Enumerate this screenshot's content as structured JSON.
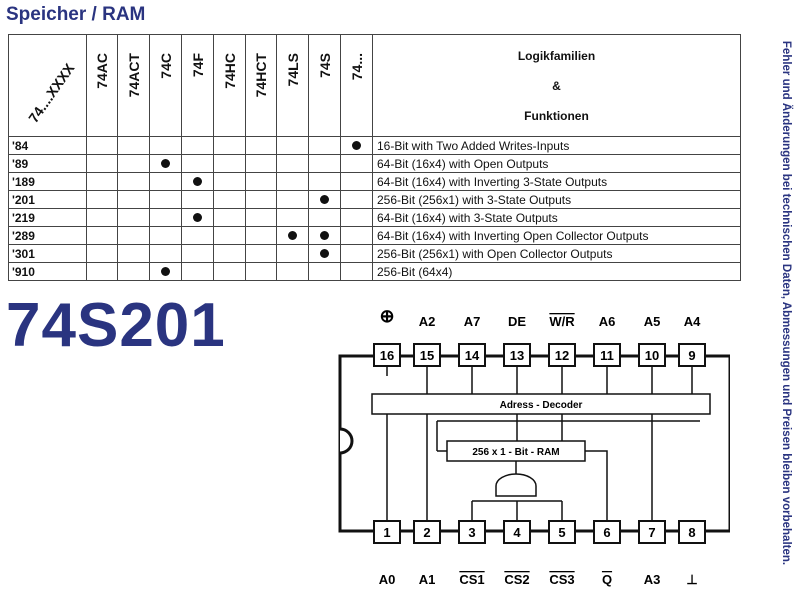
{
  "header_title": "Speicher / RAM",
  "sidebar_note": "Fehler und Änderungen bei technischen Daten, Abmessungen und Preisen bleiben vorbehalten.",
  "table": {
    "corner_label": "74....XXXX",
    "families": [
      "74AC",
      "74ACT",
      "74C",
      "74F",
      "74HC",
      "74HCT",
      "74LS",
      "74S",
      "74..."
    ],
    "title_line1": "Logikfamilien",
    "title_line2": "&",
    "title_line3": "Funktionen",
    "rows": [
      {
        "code": "'84",
        "dots": [
          8
        ],
        "desc": "16-Bit with Two Added Writes-Inputs"
      },
      {
        "code": "'89",
        "dots": [
          2
        ],
        "desc": "64-Bit (16x4) with Open Outputs"
      },
      {
        "code": "'189",
        "dots": [
          3
        ],
        "desc": "64-Bit (16x4) with Inverting 3-State Outputs"
      },
      {
        "code": "'201",
        "dots": [
          7
        ],
        "desc": "256-Bit (256x1) with 3-State Outputs"
      },
      {
        "code": "'219",
        "dots": [
          3
        ],
        "desc": "64-Bit (16x4) with 3-State Outputs"
      },
      {
        "code": "'289",
        "dots": [
          6,
          7
        ],
        "desc": "64-Bit (16x4) with Inverting Open Collector Outputs"
      },
      {
        "code": "'301",
        "dots": [
          7
        ],
        "desc": "256-Bit (256x1) with Open Collector Outputs"
      },
      {
        "code": "'910",
        "dots": [
          2
        ],
        "desc": "256-Bit (64x4)"
      }
    ]
  },
  "part_number": "74S201",
  "chip": {
    "top_pins": [
      {
        "num": "16",
        "label": "⊕"
      },
      {
        "num": "15",
        "label": "A2"
      },
      {
        "num": "14",
        "label": "A7"
      },
      {
        "num": "13",
        "label": "DE"
      },
      {
        "num": "12",
        "label": "W/R"
      },
      {
        "num": "11",
        "label": "A6"
      },
      {
        "num": "10",
        "label": "A5"
      },
      {
        "num": "9",
        "label": "A4"
      }
    ],
    "bottom_pins": [
      {
        "num": "1",
        "label": "A0"
      },
      {
        "num": "2",
        "label": "A1"
      },
      {
        "num": "3",
        "label": "CS1"
      },
      {
        "num": "4",
        "label": "CS2"
      },
      {
        "num": "5",
        "label": "CS3"
      },
      {
        "num": "6",
        "label": "Q"
      },
      {
        "num": "7",
        "label": "A3"
      },
      {
        "num": "8",
        "label": "⊥"
      }
    ],
    "decoder_label": "Adress - Decoder",
    "ram_label": "256 x 1 - Bit - RAM"
  }
}
